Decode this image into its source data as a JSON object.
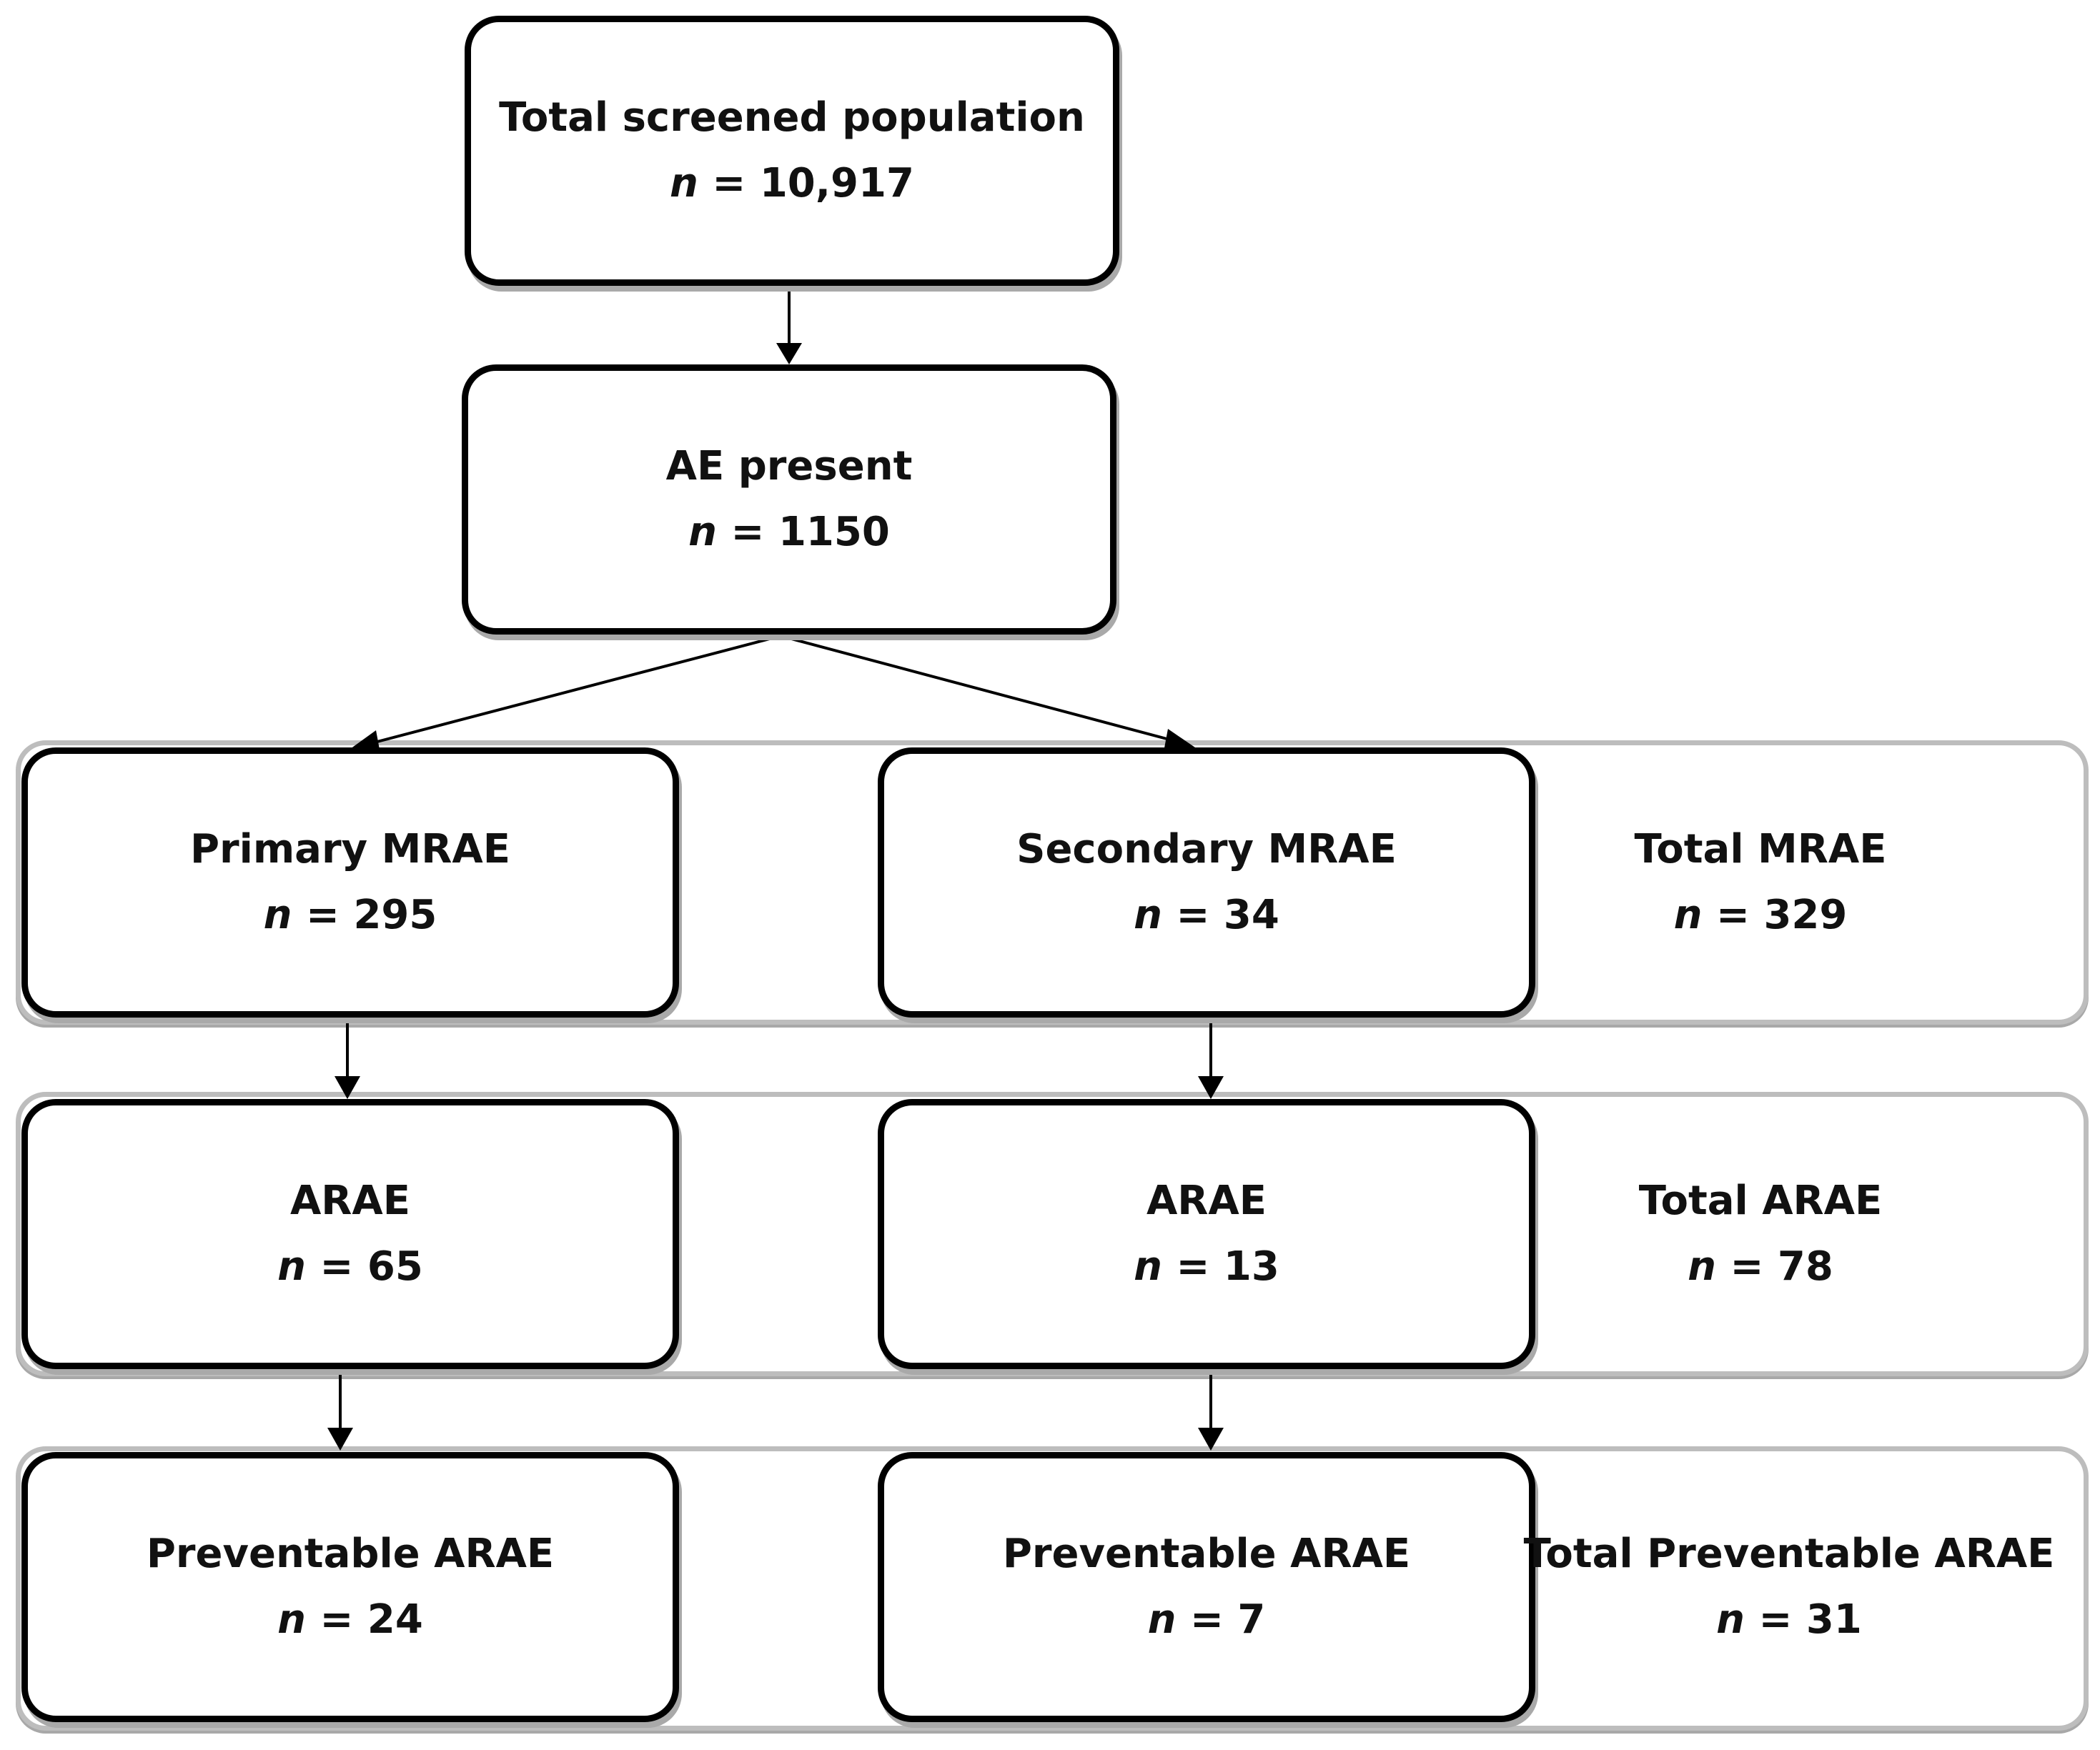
{
  "nodes": {
    "total_screened": {
      "title": "Total screened population",
      "n": "10,917"
    },
    "ae_present": {
      "title": "AE present",
      "n": "1150"
    },
    "primary_mrae": {
      "title": "Primary MRAE",
      "n": "295"
    },
    "secondary_mrae": {
      "title": "Secondary MRAE",
      "n": "34"
    },
    "total_mrae": {
      "title": "Total MRAE",
      "n": "329"
    },
    "primary_arae": {
      "title": "ARAE",
      "n": "65"
    },
    "secondary_arae": {
      "title": "ARAE",
      "n": "13"
    },
    "total_arae": {
      "title": "Total ARAE",
      "n": "78"
    },
    "primary_preventable": {
      "title": "Preventable ARAE",
      "n": "24"
    },
    "secondary_preventable": {
      "title": "Preventable ARAE",
      "n": "7"
    },
    "total_preventable": {
      "title": "Total Preventable ARAE",
      "n": "31"
    }
  },
  "count_prefix": "n",
  "count_separator": " = ",
  "edges": [
    {
      "from": "total_screened",
      "to": "ae_present"
    },
    {
      "from": "ae_present",
      "to": "primary_mrae"
    },
    {
      "from": "ae_present",
      "to": "secondary_mrae"
    },
    {
      "from": "primary_mrae",
      "to": "primary_arae"
    },
    {
      "from": "secondary_mrae",
      "to": "secondary_arae"
    },
    {
      "from": "primary_arae",
      "to": "primary_preventable"
    },
    {
      "from": "secondary_arae",
      "to": "secondary_preventable"
    }
  ]
}
